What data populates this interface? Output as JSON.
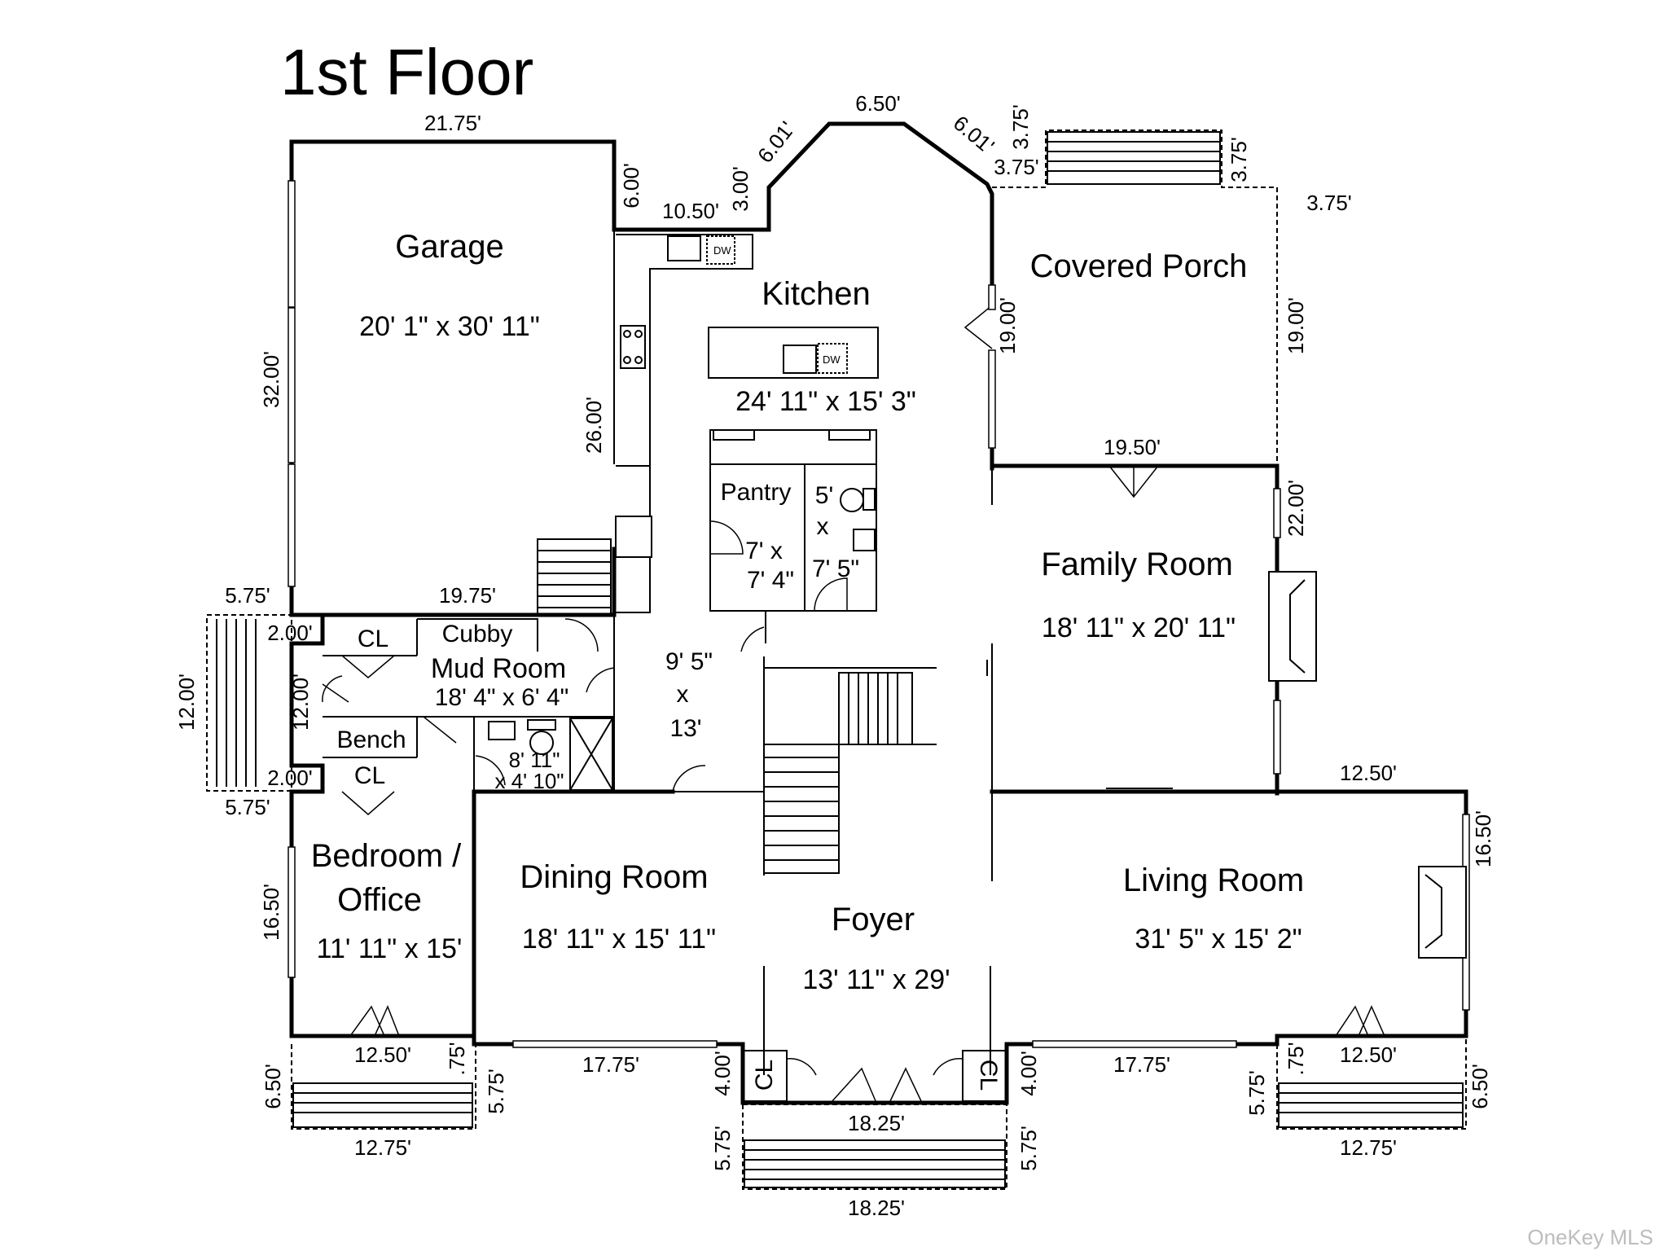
{
  "title": "1st Floor",
  "watermark": "OneKey MLS",
  "rooms": {
    "garage": {
      "name": "Garage",
      "size": "20' 1\" x 30' 11\""
    },
    "kitchen": {
      "name": "Kitchen",
      "size": "24' 11\" x 15' 3\""
    },
    "covered_porch": {
      "name": "Covered Porch"
    },
    "pantry": {
      "name": "Pantry",
      "size_line1": "7' x",
      "size_line2": "7' 4\""
    },
    "half_bath": {
      "line1": "5'",
      "line2": "x",
      "line3": "7' 5\""
    },
    "family_room": {
      "name": "Family Room",
      "size": "18' 11\" x 20' 11\""
    },
    "cubby": {
      "name": "Cubby"
    },
    "closet_mud": {
      "name": "CL"
    },
    "mud_room": {
      "name": "Mud Room",
      "size": "18' 4\" x 6' 4\""
    },
    "hall": {
      "line1": "9' 5\"",
      "line2": "x",
      "line3": "13'"
    },
    "bench": {
      "name": "Bench"
    },
    "closet_bed": {
      "name": "CL"
    },
    "bath": {
      "line1": "8' 11\"",
      "line2": "x 4' 10\""
    },
    "bedroom": {
      "name_line1": "Bedroom /",
      "name_line2": "Office",
      "size": "11' 11\" x 15'"
    },
    "dining_room": {
      "name": "Dining Room",
      "size": "18' 11\" x 15' 11\""
    },
    "foyer": {
      "name": "Foyer",
      "size": "13' 11\" x 29'"
    },
    "living_room": {
      "name": "Living Room",
      "size": "31' 5\" x 15' 2\""
    },
    "closet_foyer_left": {
      "name": "CL"
    },
    "closet_foyer_right": {
      "name": "CL"
    }
  },
  "appliances": {
    "dishwasher_label": "DW",
    "island_dishwasher_label": "DW"
  },
  "dimensions": {
    "garage_top": "21.75'",
    "garage_left": "32.00'",
    "garage_right": "26.00'",
    "garage_bottom": "19.75'",
    "kitchen_notch": "6.00'",
    "kitchen_top_left": "10.50'",
    "kitchen_bay_side": "3.00'",
    "bay_left": "6.01'",
    "bay_top": "6.50'",
    "bay_right": "6.01'",
    "steps_porch_left_v": "3.75'",
    "steps_porch_left_h": "3.75'",
    "steps_porch_right_v": "3.75'",
    "steps_porch_right_h": "3.75'",
    "porch_corner": "3.75'",
    "porch_left": "19.00'",
    "porch_right": "19.00'",
    "porch_bottom": "19.50'",
    "family_right": "22.00'",
    "mud_steps_top": "5.75'",
    "mud_steps_side": "12.00'",
    "mud_jog_top": "2.00'",
    "mud_left": "12.00'",
    "mud_jog_bottom": "2.00'",
    "mud_steps_bottom": "5.75'",
    "bedroom_left": "16.50'",
    "bedroom_bottom": "12.50'",
    "bedroom_steps_jog": ".75'",
    "bedroom_steps_right": "5.75'",
    "bedroom_steps_left": "6.50'",
    "bedroom_steps_bottom": "12.75'",
    "front_left": "17.75'",
    "foyer_jog_left": "4.00'",
    "foyer_jog_right": "4.00'",
    "foyer_front": "18.25'",
    "foyer_steps_left": "5.75'",
    "foyer_steps_right": "5.75'",
    "foyer_steps_bottom": "18.25'",
    "front_right": "17.75'",
    "living_top": "12.50'",
    "living_right": "16.50'",
    "living_bottom": "12.50'",
    "living_steps_jog": ".75'",
    "living_steps_left": "5.75'",
    "living_steps_right": "6.50'",
    "living_steps_bottom": "12.75'"
  }
}
